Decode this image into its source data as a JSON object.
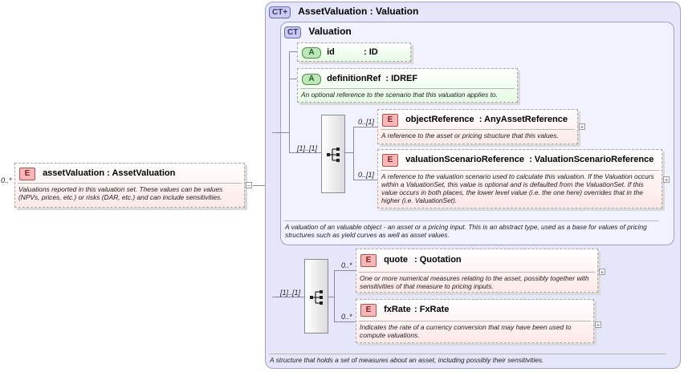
{
  "root": {
    "cardinality": "0..*",
    "badge": "E",
    "name": "assetValuation : AssetValuation",
    "doc": "Valuations reported in this valuation set. These values can be values (NPVs, prices, etc.) or risks (DAR, etc.) and can include sensitivities.",
    "toggle": "−"
  },
  "outer_type": {
    "badge": "CT",
    "badge_plus": "+",
    "title": "AssetValuation : Valuation",
    "doc": "A structure that holds a set of measures about an asset, including possibly their sensitivities."
  },
  "inner_type": {
    "badge": "CT",
    "title": "Valuation",
    "doc": "A valuation of an valuable object - an asset or a pricing input. This is an abstract type, used as a base for values of pricing structures such as yield curves as well as asset values."
  },
  "attributes": [
    {
      "badge": "A",
      "name": "id",
      "type": ": ID",
      "doc": ""
    },
    {
      "badge": "A",
      "name": "definitionRef",
      "type": ": IDREF",
      "doc": "An optional reference to the scenario that this valuation applies to."
    }
  ],
  "inner_sequence": {
    "cardinality": "[1]..[1]",
    "items": [
      {
        "cardinality": "0..[1]",
        "badge": "E",
        "name": "objectReference",
        "type": ": AnyAssetReference",
        "doc": "A reference to the asset or pricing structure that this values."
      },
      {
        "cardinality": "0..[1]",
        "badge": "E",
        "name": "valuationScenarioReference",
        "type": ": ValuationScenarioReference",
        "doc": "A reference to the valuation scenario used to calculate this valuation. If the Valuation occurs within a ValuationSet, this value is optional and is defaulted from the ValuationSet. If this value occurs in both places, the lower level value (i.e. the one here) overrides that in the higher (i.e. ValuationSet)."
      }
    ]
  },
  "outer_sequence": {
    "cardinality": "[1]..[1]",
    "items": [
      {
        "cardinality": "0..*",
        "badge": "E",
        "name": "quote",
        "type": ": Quotation",
        "doc": "One or more numerical measures relating to the asset, possibly together with sensitivities of that measure to pricing inputs."
      },
      {
        "cardinality": "0..*",
        "badge": "E",
        "name": "fxRate",
        "type": ": FxRate",
        "doc": "Indicates the rate of a currency conversion that may have been used to compute valuations."
      }
    ]
  },
  "expand_symbol": "+"
}
